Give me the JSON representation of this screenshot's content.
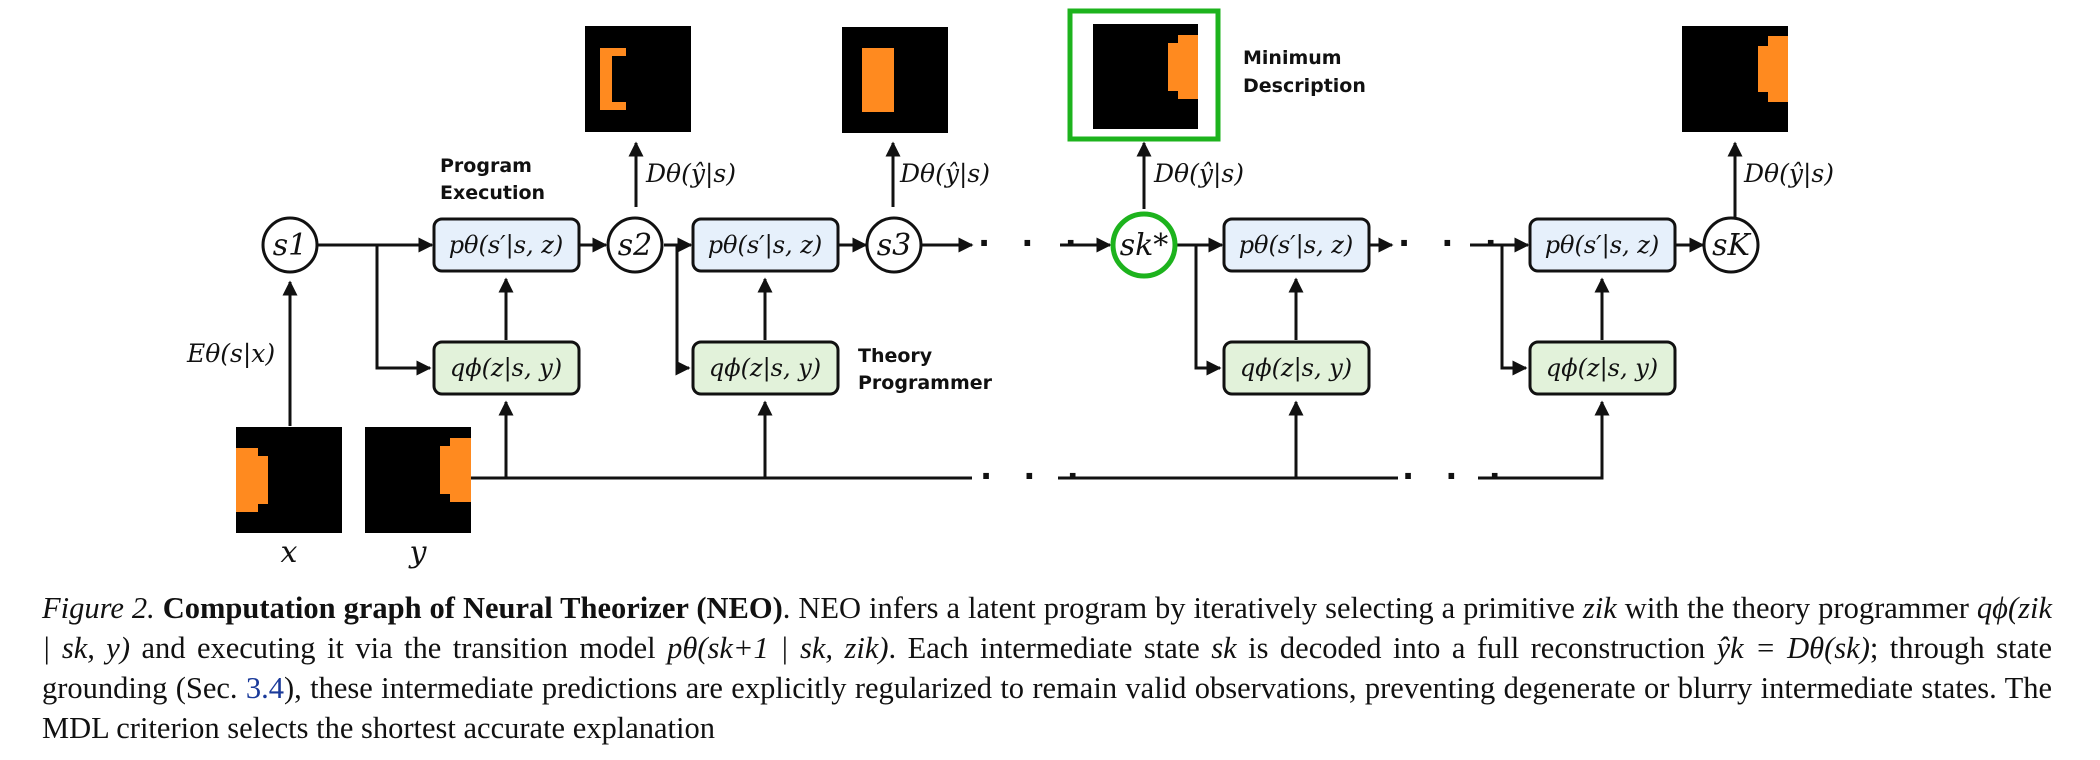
{
  "colors": {
    "program_box_fill": "#e6f0fb",
    "theory_box_fill": "#e2f2da",
    "highlight_green": "#1db31d",
    "grid_orange": "#ff8a1f",
    "grid_black": "#000000"
  },
  "labels": {
    "encoder": "Eθ(s|x)",
    "decoder": "Dθ(ŷ|s)",
    "program_execution_line1": "Program",
    "program_execution_line2": "Execution",
    "theory_programmer_line1": "Theory",
    "theory_programmer_line2": "Programmer",
    "minimum_description_line1": "Minimum",
    "minimum_description_line2": "Description",
    "input_x": "x",
    "input_y": "y",
    "ellipsis": "· · ·"
  },
  "nodes": {
    "s1": "s1",
    "s2": "s2",
    "s3": "s3",
    "s_kstar": "sk*",
    "s_K": "sK"
  },
  "boxes": {
    "transition": "pθ(s′|s, z)",
    "programmer": "qϕ(z|s, y)"
  },
  "caption": {
    "figure_label": "Figure 2.",
    "title": "Computation graph of Neural Theorizer (NEO)",
    "part1": ". NEO infers a latent program by iteratively selecting a primitive ",
    "m_zik": "zik",
    "part2": " with the theory programmer ",
    "m_q": "qϕ(zik | sk, y)",
    "part3": " and executing it via the transition model ",
    "m_p": "pθ(sk+1 | sk, zik)",
    "part4": ". Each intermediate state ",
    "m_sk": "sk",
    "part5": " is decoded into a full reconstruction ",
    "m_yk": "ŷk = Dθ(sk)",
    "part6": "; through state grounding (Sec. ",
    "ref": "3.4",
    "part7": "), these intermediate predictions are explicitly regularized to remain valid observations, preventing degenerate or blurry intermediate states. The MDL criterion selects the shortest accurate explanation"
  }
}
